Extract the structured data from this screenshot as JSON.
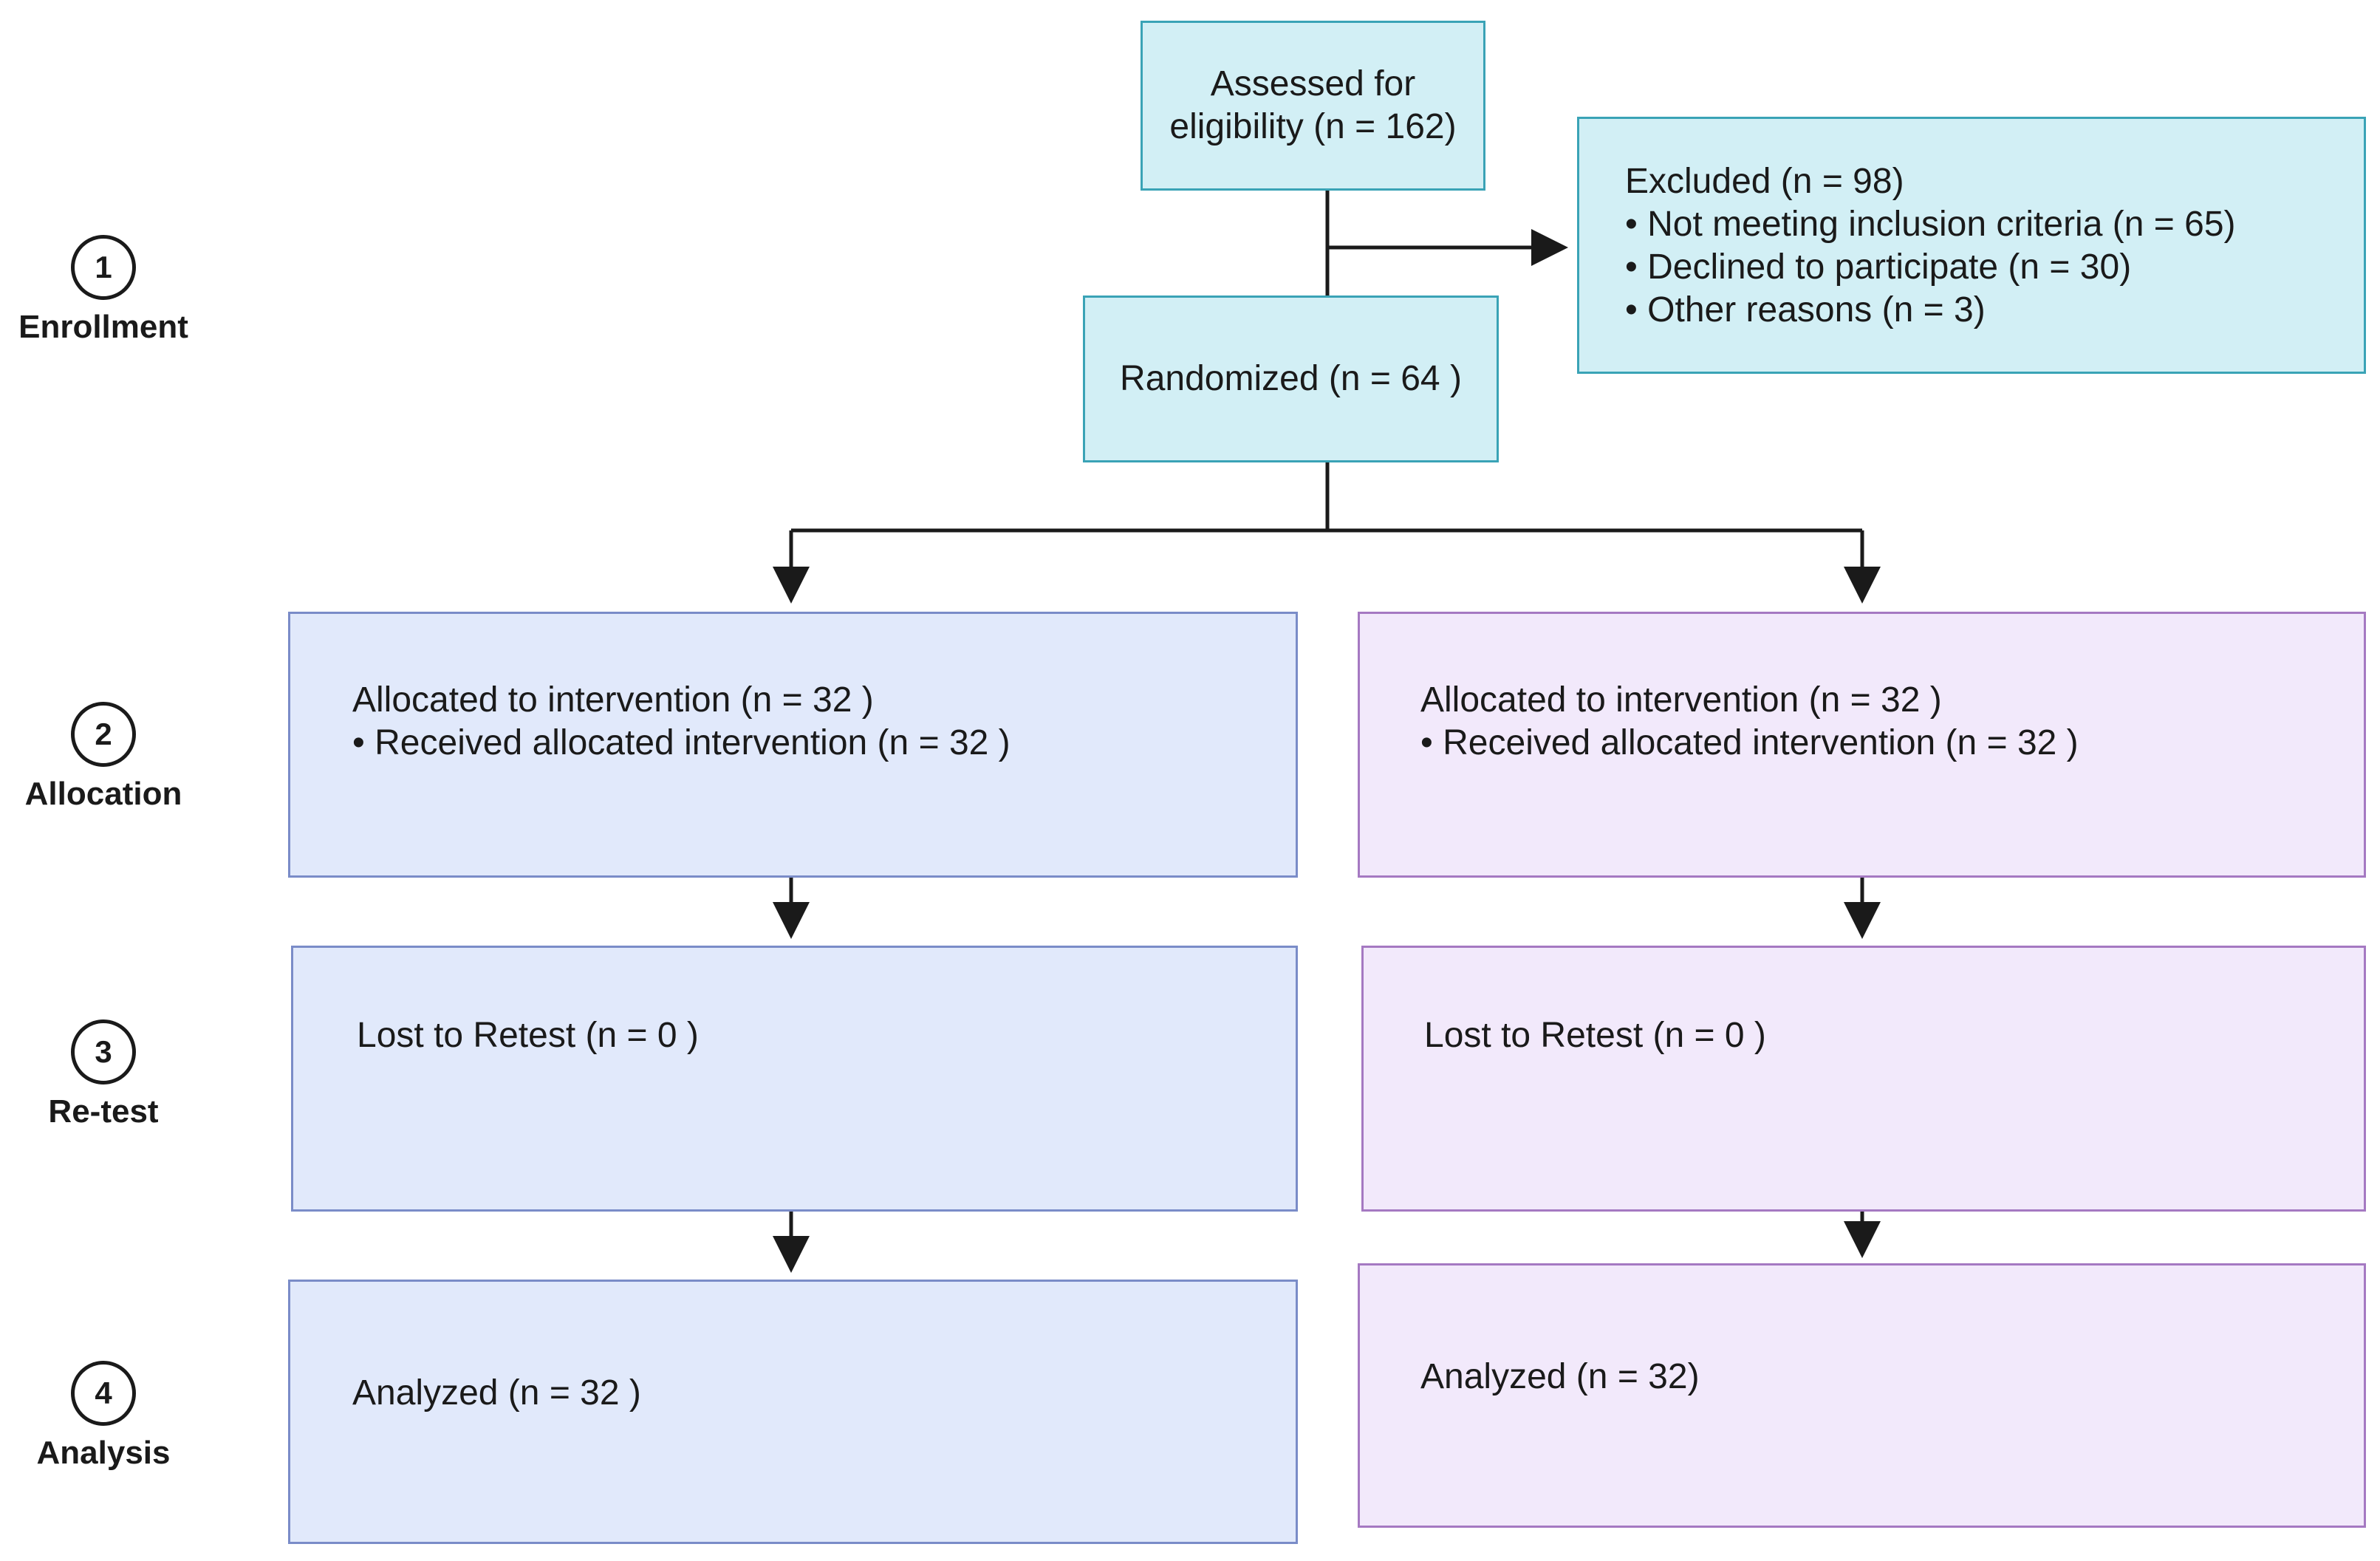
{
  "stages": [
    {
      "number": "1",
      "label": "Enrollment"
    },
    {
      "number": "2",
      "label": "Allocation"
    },
    {
      "number": "3",
      "label": "Re-test"
    },
    {
      "number": "4",
      "label": "Analysis"
    }
  ],
  "enrollment": {
    "assessed": [
      "Assessed for",
      "eligibility (n = 162)"
    ],
    "excluded": {
      "title": "Excluded (n = 98)",
      "items": [
        "• Not meeting inclusion criteria (n = 65)",
        "• Declined to participate (n = 30)",
        "• Other reasons (n = 3)"
      ]
    },
    "randomized": "Randomized (n = 64 )"
  },
  "left_arm": {
    "allocation": [
      "Allocated to intervention (n = 32 )",
      "• Received allocated intervention (n = 32 )"
    ],
    "retest": "Lost to Retest  (n = 0 )",
    "analysis": "Analyzed (n = 32 )"
  },
  "right_arm": {
    "allocation": [
      "Allocated to intervention (n = 32 )",
      "• Received allocated intervention (n = 32 )"
    ],
    "retest": "Lost to Retest  (n = 0 )",
    "analysis": "Analyzed (n = 32)"
  },
  "colors": {
    "enrollment_fill": "#d2eff5",
    "left_arm_fill": "#e1e9fb",
    "right_arm_fill": "#f2e9fb",
    "connector": "#1a1a1a"
  }
}
